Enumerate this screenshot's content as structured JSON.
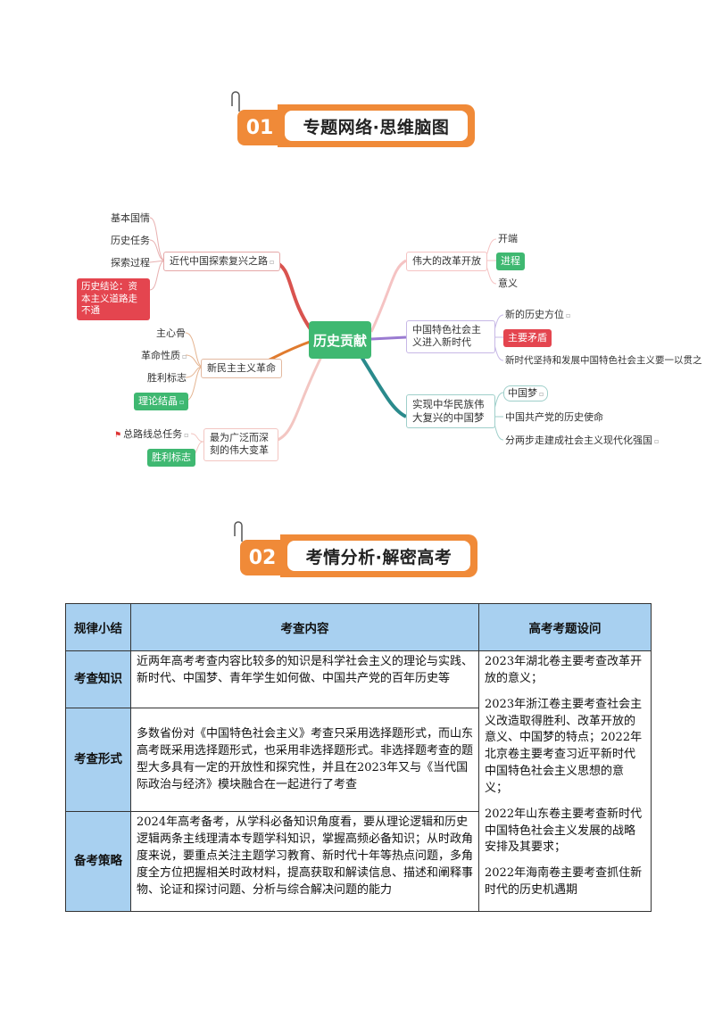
{
  "section1": {
    "num": "01",
    "title": "专题网络·思维脑图"
  },
  "section2": {
    "num": "02",
    "title": "考情分析·解密高考"
  },
  "mindmap": {
    "center": "历史贡献",
    "left": {
      "road": {
        "label": "近代中国探索复兴之路",
        "children": [
          "基本国情",
          "历史任务",
          "探索过程"
        ],
        "conclusion": "历史结论：资本主义道路走不通"
      },
      "newdemo": {
        "label": "新民主主义革命",
        "children": [
          "主心骨",
          "革命性质",
          "胜利标志"
        ],
        "tag": "理论结晶"
      },
      "change": {
        "label": "最为广泛而深刻的伟大变革",
        "child": "总路线总任务",
        "tag": "胜利标志"
      }
    },
    "right": {
      "reform": {
        "label": "伟大的改革开放",
        "children": [
          "开端",
          "进程",
          "意义"
        ]
      },
      "newera": {
        "label": "中国特色社会主义进入新时代",
        "children": [
          "新的历史方位",
          "主要矛盾",
          "新时代坚持和发展中国特色社会主义要一以贯之"
        ]
      },
      "dream": {
        "label": "实现中华民族伟大复兴的中国梦",
        "children": [
          "中国梦",
          "中国共产党的历史使命",
          "分两步走建成社会主义现代化强国"
        ]
      }
    }
  },
  "table": {
    "headers": [
      "规律小结",
      "考查内容",
      "高考考题设问"
    ],
    "rows": [
      {
        "head": "考查知识",
        "content": "近两年高考考查内容比较多的知识是科学社会主义的理论与实践、新时代、中国梦、青年学生如何做、中国共产党的百年历史等"
      },
      {
        "head": "考查形式",
        "content": "多数省份对《中国特色社会主义》考查只采用选择题形式，而山东高考既采用选择题形式，也采用非选择题形式。非选择题考查的题型大多具有一定的开放性和探究性，并且在2023年又与《当代国际政治与经济》模块融合在一起进行了考查"
      },
      {
        "head": "备考策略",
        "content": "2024年高考备考，从学科必备知识角度看，要从理论逻辑和历史逻辑两条主线理清本专题学科知识，掌握高频必备知识；从时政角度来说，要重点关注主题学习教育、新时代十年等热点问题，多角度全方位把握相关时政材料，提高获取和解读信息、描述和阐释事物、论证和探讨问题、分析与综合解决问题的能力"
      }
    ],
    "questions": [
      "2023年湖北卷主要考查改革开放的意义；",
      "2023年浙江卷主要考查社会主义改造取得胜利、改革开放的意义、中国梦的特点；2022年北京卷主要考查习近平新时代中国特色社会主义思想的意义；",
      "2022年山东卷主要考查新时代中国特色社会主义发展的战略安排及其要求；",
      "2022年海南卷主要考查抓住新时代的历史机遇期"
    ]
  },
  "colors": {
    "accent": "#f08a38",
    "table_head": "#a8d0f0",
    "green": "#3fb871",
    "red": "#e4454f"
  }
}
